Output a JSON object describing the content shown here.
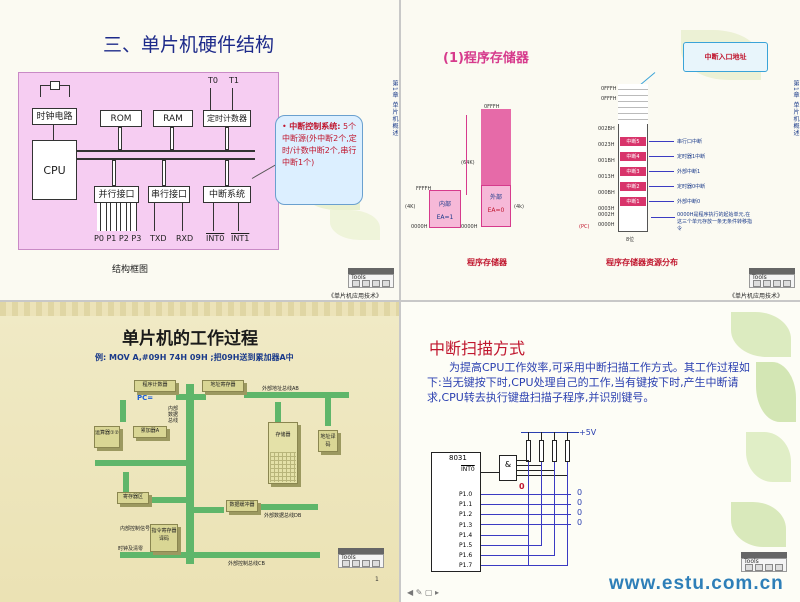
{
  "slide1": {
    "title": "三、单片机硬件结构",
    "blocks": {
      "clock": "时钟电路",
      "rom": "ROM",
      "ram": "RAM",
      "timer": "定时计数器",
      "cpu": "CPU",
      "parallel": "并行接口",
      "serial": "串行接口",
      "interrupt": "中断系统"
    },
    "pins": {
      "t0": "T0",
      "t1": "T1",
      "ports": "P0 P1 P2 P3",
      "txd": "TXD",
      "rxd": "RXD",
      "int0": "INT0",
      "int1": "INT1"
    },
    "callout": {
      "bullet": "•",
      "head": "中断控制系统:",
      "body": "5个中断源(外中断2个,定时/计数中断2个,串行中断1个)"
    },
    "caption": "结构框图"
  },
  "slide2": {
    "title": "(1)程序存储器",
    "callout": "中断入口地址",
    "left_labels": {
      "top_a": "0FFFH",
      "bot_a": "0000H",
      "size_a": "(4K)",
      "top_b": "FFFFH",
      "size_b": "(64K)",
      "bot_b": "0000H",
      "inner": "内部",
      "outer": "外部",
      "ea1": "EA=1",
      "ea0": "EA=0",
      "size_c": "(4k)"
    },
    "caption_left": "程序存储器",
    "addresses": [
      "0FFFH",
      "0FFFH",
      "",
      "002BH",
      "0023H",
      "001BH",
      "0013H",
      "000BH",
      "0003H",
      "0002H",
      "0000H"
    ],
    "cells": [
      "中断5",
      "中断4",
      "中断3",
      "中断2",
      "中断1"
    ],
    "descriptions": [
      "串行口中断",
      "定时器1中断",
      "外部中断1",
      "定时器0中断",
      "外部中断0"
    ],
    "note": "0000H是程序执行的起始单元,在这三个单元存放一条无条件转移指令",
    "pc": "(PC)",
    "bits": "8位",
    "caption_right": "程序存储器资源分布"
  },
  "slide3": {
    "title": "单片机的工作过程",
    "example": "例: MOV A,#09H 74H 09H ;把09H送到累加器A中",
    "blocks": {
      "pc": "程序计数器",
      "pc_val": "PC=",
      "addr_reg": "地址寄存器",
      "ext_abus": "外部地址总线AB",
      "internal_bus": "内部数据总线",
      "alu": "运算器①②",
      "acc": "累加器A",
      "memory": "存储器",
      "addr_decode": "地址译码",
      "regs": "寄存器区",
      "buffer": "数据缓冲器",
      "ext_dbus": "外部数据总线DB",
      "ctrl_signal": "内部控制信号",
      "ir": "指令寄存器译码",
      "clock": "时钟及清零",
      "ext_cbus": "外部控制总线CB"
    },
    "page": "1"
  },
  "slide4": {
    "title": "中断扫描方式",
    "body": "为提高CPU工作效率,可采用中断扫描工作方式。其工作过程如下:当无键按下时,CPU处理自己的工作,当有键按下时,产生中断请求,CPU转去执行键盘扫描子程序,并识别键号。",
    "chip": "8031",
    "int": "INT0",
    "pins": [
      "P1.0",
      "P1.1",
      "P1.2",
      "P1.3",
      "P1.4",
      "P1.5",
      "P1.6",
      "P1.7"
    ],
    "vcc": "+5V",
    "gate": "&",
    "zero": "0",
    "zeros": [
      "0",
      "0",
      "0",
      "0"
    ],
    "watermark": "www.estu.com.cn"
  },
  "footer": "《单片机应用技术》",
  "sidebar": "第1章 单片机概述",
  "tools": "Tools"
}
